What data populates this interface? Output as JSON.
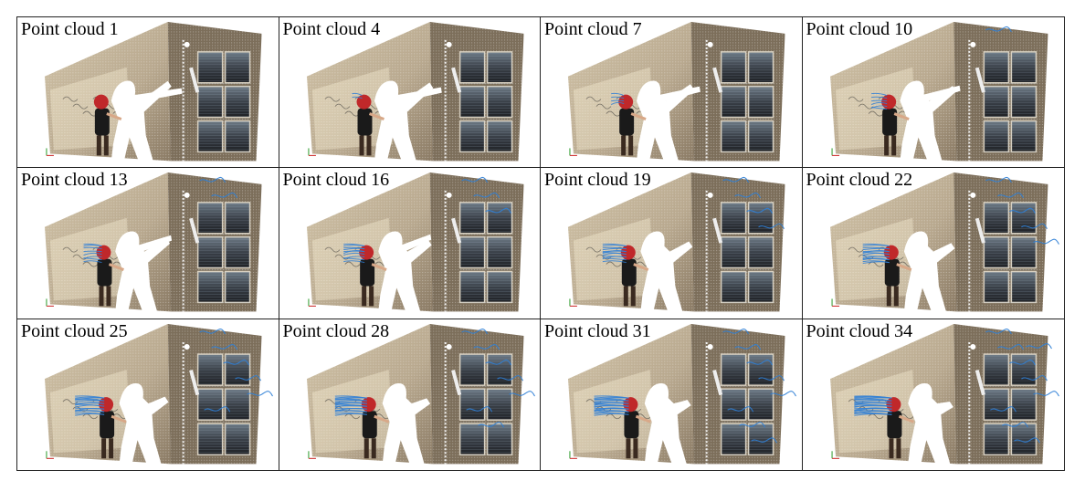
{
  "figure": {
    "panels": [
      {
        "label": "Point cloud 1",
        "stage": 0
      },
      {
        "label": "Point cloud 4",
        "stage": 1
      },
      {
        "label": "Point cloud 7",
        "stage": 2
      },
      {
        "label": "Point cloud 10",
        "stage": 3
      },
      {
        "label": "Point cloud 13",
        "stage": 4
      },
      {
        "label": "Point cloud 16",
        "stage": 5
      },
      {
        "label": "Point cloud 19",
        "stage": 6
      },
      {
        "label": "Point cloud 22",
        "stage": 7
      },
      {
        "label": "Point cloud 25",
        "stage": 8
      },
      {
        "label": "Point cloud 28",
        "stage": 9
      },
      {
        "label": "Point cloud 31",
        "stage": 10
      },
      {
        "label": "Point cloud 34",
        "stage": 11
      }
    ],
    "colors": {
      "wall": "#b8a88e",
      "wall_dark": "#8a7a64",
      "window": "#3a4048",
      "silhouette": "#ffffff",
      "hair": "#c0282a",
      "body": "#1a1a1a",
      "trajectory": "#2f7fd6"
    }
  }
}
